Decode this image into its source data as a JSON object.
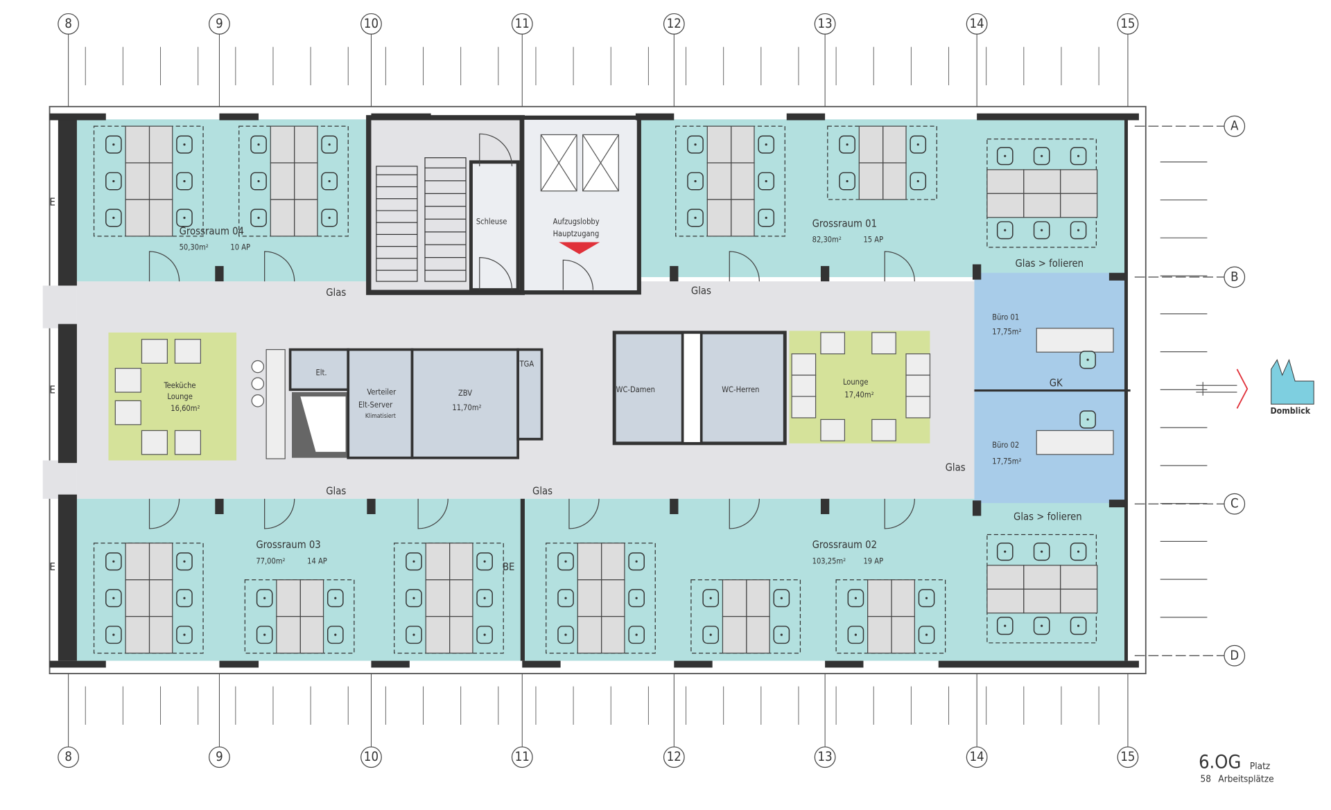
{
  "grid": {
    "columns": [
      "8",
      "9",
      "10",
      "11",
      "12",
      "13",
      "14",
      "15"
    ],
    "rows": [
      "A",
      "B",
      "C",
      "D"
    ]
  },
  "rooms": {
    "grossraum04": {
      "name": "Grossraum  04",
      "area": "50,30m²",
      "ap": "10  AP"
    },
    "grossraum01": {
      "name": "Grossraum  01",
      "area": "82,30m²",
      "ap": "15  AP"
    },
    "grossraum03": {
      "name": "Grossraum  03",
      "area": "77,00m²",
      "ap": "14  AP"
    },
    "grossraum02": {
      "name": "Grossraum  02",
      "area": "103,25m²",
      "ap": "19  AP"
    },
    "schleuse": {
      "name": "Schleuse"
    },
    "aufzugslobby": {
      "line1": "Aufzugslobby",
      "line2": "Hauptzugang"
    },
    "teekueche": {
      "line1": "Teeküche",
      "line2": "Lounge",
      "area": "16,60m²"
    },
    "elt": {
      "name": "Elt."
    },
    "verteiler": {
      "line1": "Verteiler",
      "line2": "Elt-Server",
      "line3": "Klimatisiert"
    },
    "zbv": {
      "name": "ZBV",
      "area": "11,70m²"
    },
    "tga": {
      "name": "TGA"
    },
    "wc_damen": {
      "name": "WC-Damen"
    },
    "wc_herren": {
      "name": "WC-Herren"
    },
    "lounge": {
      "name": "Lounge",
      "area": "17,40m²"
    },
    "buero01": {
      "name": "Büro  01",
      "area": "17,75m²"
    },
    "buero02": {
      "name": "Büro  02",
      "area": "17,75m²"
    }
  },
  "annotations": {
    "glas": "Glas",
    "glas_folieren": "Glas  >  folieren",
    "gk": "GK",
    "e": "E",
    "be": "BE",
    "domblick": "Domblick"
  },
  "legend": {
    "floor": "6.OG",
    "platz": "Platz",
    "count": "58",
    "count_label": "Arbeitsplätze"
  },
  "colors": {
    "open_office": "#b3e0df",
    "office": "#a8cce9",
    "lounge": "#d5e29a",
    "corridor": "#e3e3e6",
    "service": "#ccd5df",
    "wall": "#333333",
    "accent": "#e0313a"
  }
}
